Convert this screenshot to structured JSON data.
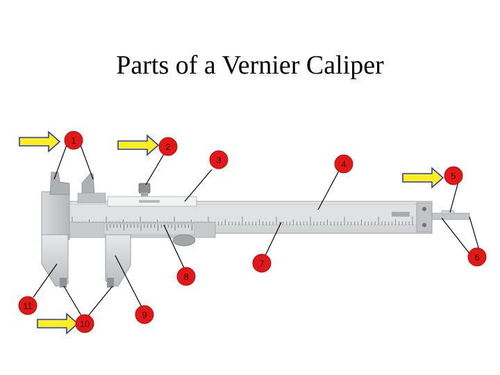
{
  "title": "Parts of a Vernier Caliper",
  "colors": {
    "callout_fill": "#e01818",
    "arrow_fill": "#ffee22",
    "arrow_stroke": "#2a3ab0",
    "leader_line": "#000000",
    "body_metal": "#c9cccd",
    "scale_metal": "#d8dbdc"
  },
  "callouts": {
    "c1": "1",
    "c2": "2",
    "c3": "3",
    "c4": "4",
    "c5": "5",
    "c6": "6",
    "c7": "7",
    "c8": "8",
    "c9": "9",
    "c10": "10",
    "c11": "11"
  },
  "highlighted_parts": [
    "1",
    "2",
    "5",
    "10"
  ]
}
